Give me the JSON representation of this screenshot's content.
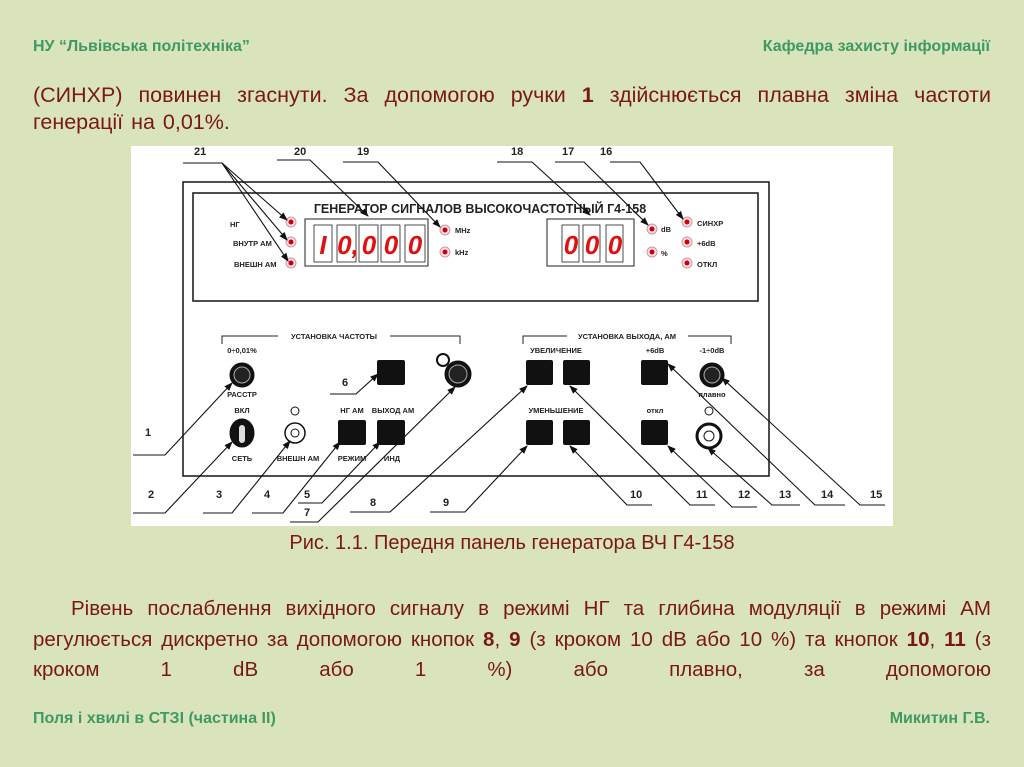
{
  "header": {
    "left": "НУ “Львівська політехніка”",
    "right": "Кафедра захисту інформації"
  },
  "intro": {
    "t1": "(СИНХР) повинен згаснути. За допомогою ручки ",
    "b1": "1",
    "t2": " здійснюється плавна зміна частоти генерації на 0,01%."
  },
  "figure": {
    "panel_title": "ГЕНЕРАТОР СИГНАЛОВ ВЫСОКОЧАСТОТНЫЙ Г4-158",
    "mode_leds": [
      "НГ",
      "ВНУТР АМ",
      "ВНЕШН АМ"
    ],
    "freq_digits": [
      "I",
      "0,",
      "0",
      "0",
      "0"
    ],
    "freq_units": [
      "MHz",
      "kHz"
    ],
    "level_digits": [
      "0",
      "0",
      "0"
    ],
    "level_units": [
      "dB",
      "%"
    ],
    "status_leds": [
      "СИНХР",
      "+6dB",
      "ОТКЛ"
    ],
    "freq_group": "УСТАНОВКА ЧАСТОТЫ",
    "out_group": "УСТАНОВКА ВЫХОДА, АМ",
    "labels": {
      "fine": "0÷0,01%",
      "rasstr": "РАССТР",
      "vkl": "ВКЛ",
      "set": "СЕТЬ",
      "ext_am": "ВНЕШН АМ",
      "ng_am": "НГ АМ",
      "vyhod_am": "ВЫХОД АМ",
      "rezhim": "РЕЖИМ",
      "ind": "ИНД",
      "increase": "УВЕЛИЧЕНИЕ",
      "decrease": "УМЕНЬШЕНИЕ",
      "plus6": "+6dB",
      "off": "откл",
      "range": "-1÷0dB",
      "smooth": "плавно"
    },
    "callouts": [
      "1",
      "2",
      "3",
      "4",
      "5",
      "6",
      "7",
      "8",
      "9",
      "10",
      "11",
      "12",
      "13",
      "14",
      "15",
      "16",
      "17",
      "18",
      "19",
      "20",
      "21"
    ]
  },
  "caption": "Рис. 1.1. Передня панель генератора ВЧ Г4-158",
  "body": {
    "t1": "Рівень послаблення вихідного сигналу в режимі НГ та глибина модуляції в режимі АМ регулюється дискретно за допомогою кнопок ",
    "b1": "8",
    "t2": ", ",
    "b2": "9",
    "t3": " (з кроком 10 dB або 10 %) та кнопок ",
    "b3": "10",
    "t4": ", ",
    "b4": "11",
    "t5": " (з кроком 1 dB або 1 %) або плавно, за допомогою"
  },
  "footer": {
    "left": "Поля і хвилі в СТЗІ (частина ІІ)",
    "right": "Микитин Г.В."
  },
  "colors": {
    "background": "#d9e4bd",
    "header_green": "#3f9a62",
    "body_red": "#7a1717",
    "led_red": "#d11"
  }
}
